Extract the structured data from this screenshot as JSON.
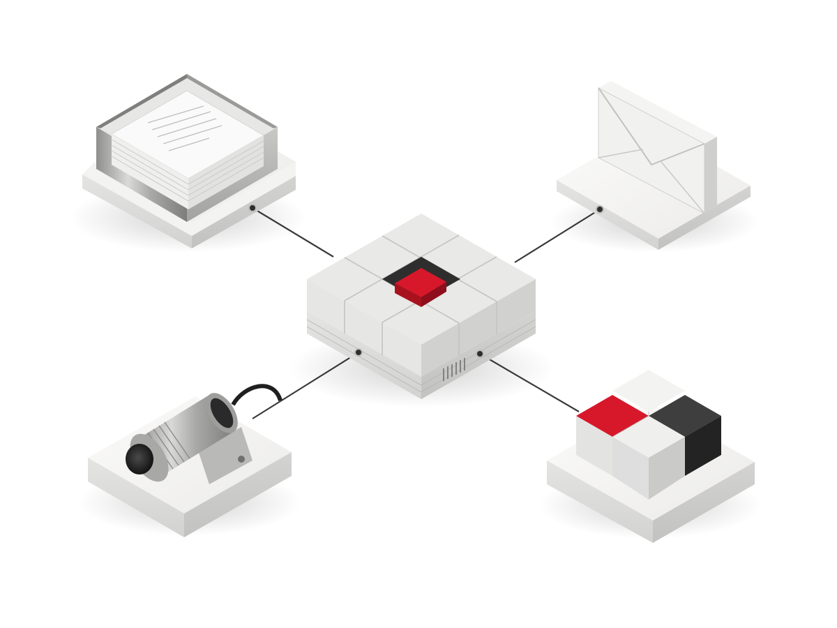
{
  "diagram": {
    "hub": {
      "name": "central-hub",
      "accent": "#d7182a",
      "port_count": 4
    },
    "nodes": [
      {
        "id": "documents",
        "icon": "document-tray-icon",
        "connected_to": "hub"
      },
      {
        "id": "mail",
        "icon": "envelope-icon",
        "connected_to": "hub"
      },
      {
        "id": "sensor",
        "icon": "proximity-sensor-icon",
        "connected_to": "hub"
      },
      {
        "id": "blocks",
        "icon": "cube-cluster-icon",
        "connected_to": "hub"
      }
    ],
    "edges": [
      {
        "from": "documents",
        "to": "hub"
      },
      {
        "from": "mail",
        "to": "hub"
      },
      {
        "from": "sensor",
        "to": "hub"
      },
      {
        "from": "blocks",
        "to": "hub"
      }
    ]
  },
  "colors": {
    "background": "#ffffff",
    "surface_light": "#f1f1ef",
    "surface_mid": "#dcdcda",
    "surface_shade": "#c9c9c7",
    "metal": "#b7b7b5",
    "dark": "#2e2e2e",
    "accent_red": "#d7182a",
    "cable": "#3a3a3a"
  }
}
